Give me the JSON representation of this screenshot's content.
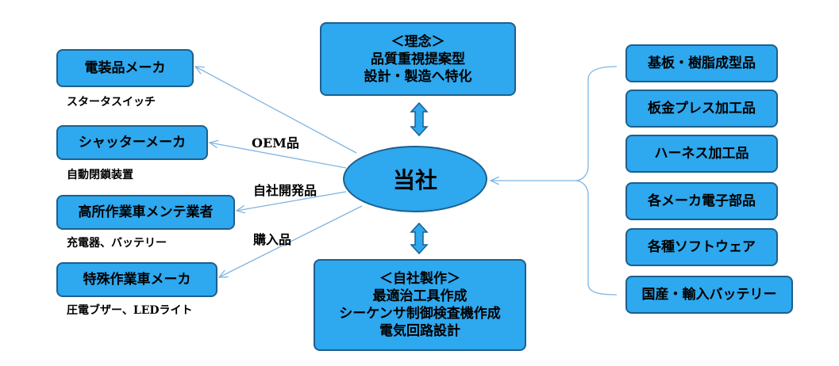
{
  "center": {
    "label": "当社"
  },
  "philosophy": {
    "title": "＜理念＞",
    "lines": [
      "品質重視提案型",
      "設計・製造へ特化"
    ]
  },
  "inhouse": {
    "title": "＜自社製作＞",
    "lines": [
      "最適治工具作成",
      "シーケンサ制御検査機作成",
      "電気回路設計"
    ]
  },
  "customers": [
    {
      "name": "電装品メーカ",
      "product": "スタータスイッチ"
    },
    {
      "name": "シャッターメーカ",
      "product": "自動閉鎖装置"
    },
    {
      "name": "高所作業車メンテ業者",
      "product": "充電器、バッテリー"
    },
    {
      "name": "特殊作業車メーカ",
      "product": "圧電ブザー、LEDライト"
    }
  ],
  "edge_labels": [
    "OEM品",
    "自社開発品",
    "購入品"
  ],
  "suppliers": [
    "基板・樹脂成型品",
    "板金プレス加工品",
    "ハーネス加工品",
    "各メーカ電子部品",
    "各種ソフトウェア",
    "国産・輸入バッテリー"
  ],
  "colors": {
    "box_fill": "#2ea8ee",
    "box_border": "#1d5f8d",
    "arrow": "#7fb5e3"
  }
}
